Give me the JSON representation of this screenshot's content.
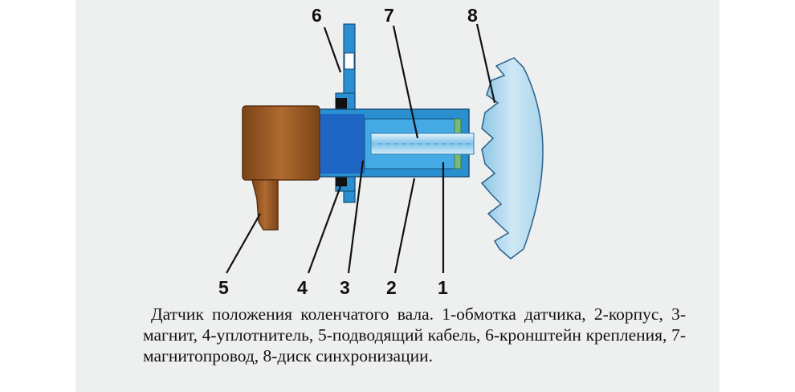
{
  "callouts": [
    {
      "key": "1",
      "label": "1"
    },
    {
      "key": "2",
      "label": "2"
    },
    {
      "key": "3",
      "label": "3"
    },
    {
      "key": "4",
      "label": "4"
    },
    {
      "key": "5",
      "label": "5"
    },
    {
      "key": "6",
      "label": "6"
    },
    {
      "key": "7",
      "label": "7"
    },
    {
      "key": "8",
      "label": "8"
    }
  ],
  "caption": "Датчик положения коленчатого вала. 1-обмотка датчика, 2-корпус, 3-магнит, 4-уплотнитель, 5-подводящий кабель, 6-кронштейн крепления, 7-магнитопровод, 8-диск синхронизации.",
  "colors": {
    "housing": "#2a8fd0",
    "magnet": "#1f66c4",
    "cable": "#a8622a",
    "disc": "#b8dcef",
    "winding": "#7ab87a"
  }
}
